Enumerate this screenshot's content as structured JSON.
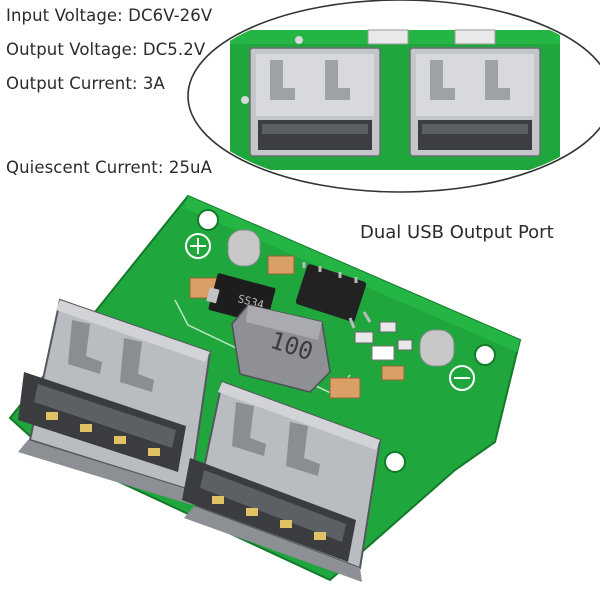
{
  "specs": {
    "input_voltage": "Input Voltage: DC6V-26V",
    "output_voltage": "Output Voltage: DC5.2V",
    "output_current": "Output Current: 3A",
    "quiescent_current": "Quiescent Current: 25uA"
  },
  "caption": "Dual USB Output Port",
  "inductor_marking": "100",
  "chip_marking": "SS34",
  "colors": {
    "pcb_green": "#1fa63c",
    "pcb_dark": "#137a2a",
    "usb_metal": "#b9bcc0",
    "usb_dark": "#55585c",
    "inductor": "#8e9096",
    "ellipse_outline": "#333333"
  }
}
